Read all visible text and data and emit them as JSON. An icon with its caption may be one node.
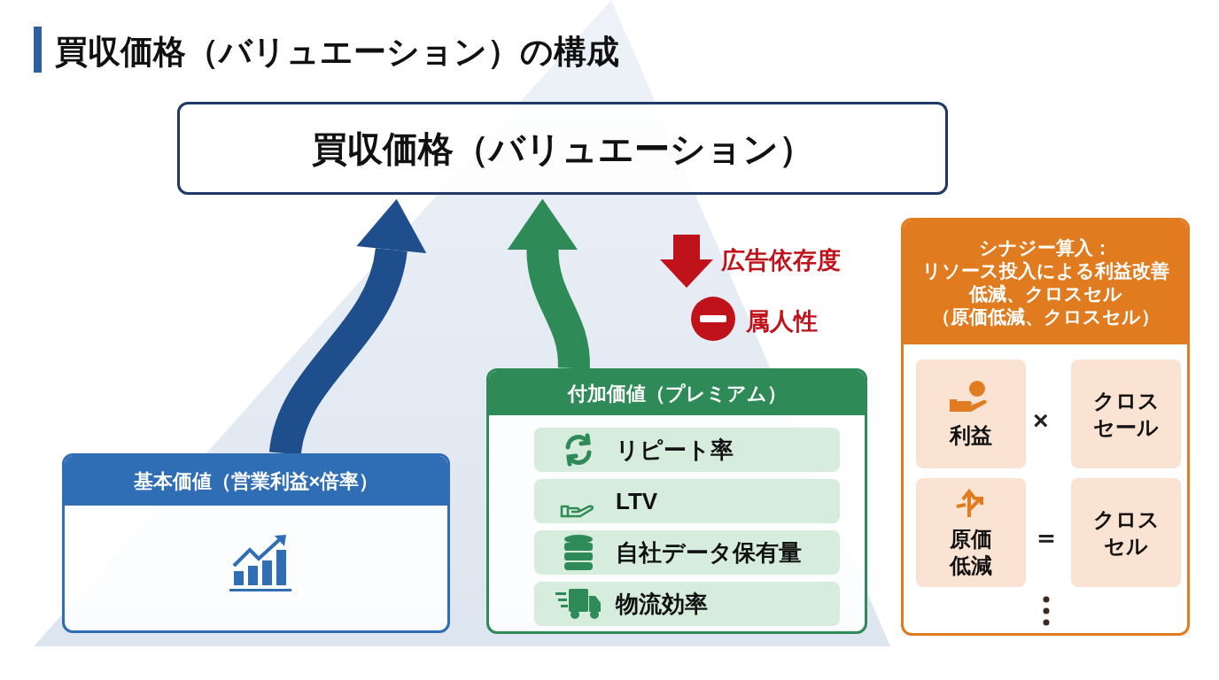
{
  "diagram": {
    "title": "買収価格（バリュエーション）の構成",
    "nodes": [
      {
        "text": [
          "買収価格（バリュエーション）"
        ]
      },
      {
        "text": [
          "基本価値（営業利益×倍率）"
        ]
      },
      {
        "text": [
          "付加価値（プレミアム）"
        ]
      },
      {
        "text": [
          "リピート率"
        ],
        "in": 2
      },
      {
        "text": [
          "LTV"
        ],
        "in": 2
      },
      {
        "text": [
          "自社データ保有量"
        ],
        "in": 2
      },
      {
        "text": [
          "物流効率"
        ],
        "in": 2
      },
      {
        "text": [
          "シナジー算入：",
          "リソース投入による利益改善低減、クロスセル",
          "（原価低減、クロスセル）"
        ]
      },
      {
        "text": [
          "利益"
        ],
        "in": 7
      },
      {
        "text": [
          "クロスセール"
        ],
        "in": 7
      },
      {
        "text": [
          "原価低減"
        ],
        "in": 7
      },
      {
        "text": [
          "クロスセル"
        ],
        "in": 7
      }
    ],
    "edges": [
      {
        "from": 1,
        "to": 0,
        "arrow": "to",
        "color": "#1f4e8c"
      },
      {
        "from": 2,
        "to": 0,
        "arrow": "to",
        "color": "#2e8b57"
      }
    ],
    "labels": [
      "広告依存度",
      "属人性",
      "×",
      "＝"
    ]
  }
}
